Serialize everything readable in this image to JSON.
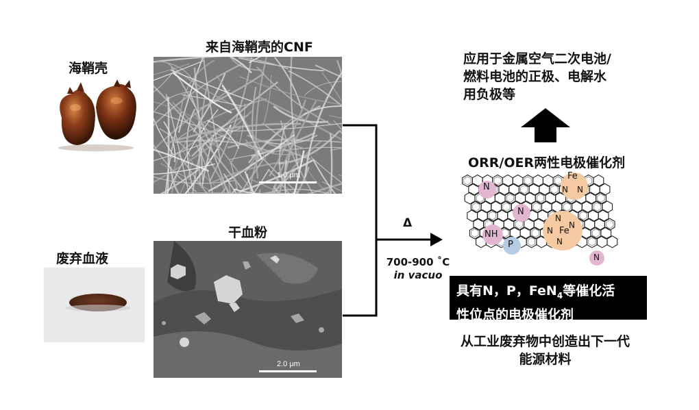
{
  "labels": {
    "seashell": "海鞘壳",
    "cnf": "来自海鞘壳的CNF",
    "blood_powder": "干血粉",
    "waste_blood": "废弃血液",
    "catalyst_title": "ORR/OER两性电极催化剂",
    "application_line1": "应用于金属空气二次电池/",
    "application_line2": "燃料电池的正极、电解水",
    "application_line3": "用负极等",
    "box_line1_a": "具有N，P，FeN",
    "box_line1_sub": "4",
    "box_line1_b": "等催化活",
    "box_line2": "性位点的电极催化剂",
    "bottom_line1": "从工业废弃物中创造出下一代",
    "bottom_line2": "能源材料"
  },
  "reaction": {
    "heat_symbol": "Δ",
    "temperature": "700-900 ˚C",
    "atmosphere": "in vacuo"
  },
  "scale_bars": {
    "top": "1.0 μm",
    "bottom": "2.0 μm"
  },
  "atoms": {
    "n": "N",
    "nh": "NH",
    "p": "P",
    "fe": "Fe"
  },
  "colors": {
    "n_site": "#e2b5d0",
    "p_site": "#b4cde3",
    "fe_site": "#f5c9a2"
  }
}
